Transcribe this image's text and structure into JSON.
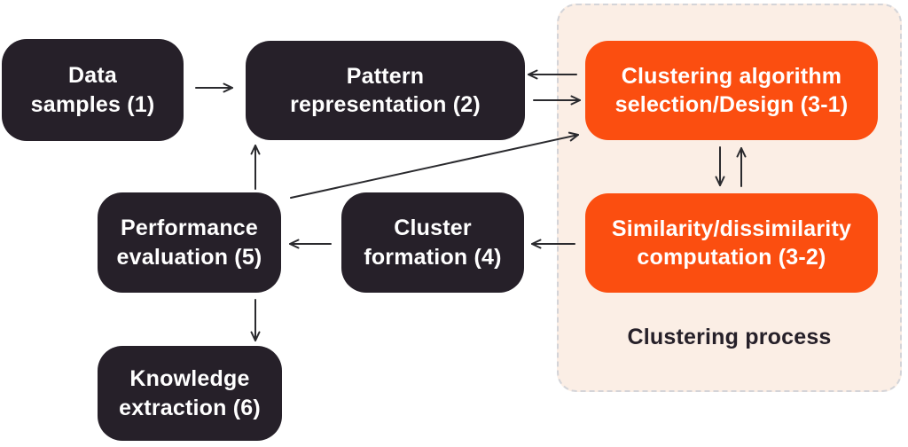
{
  "colors": {
    "dark_box": "#262029",
    "orange_box": "#FB4E10",
    "panel_background": "#FBEEE5",
    "panel_border": "#D4D4D8",
    "arrow": "#2A2A2E",
    "box_text": "#FFFFFF"
  },
  "panel": {
    "label": "Clustering process"
  },
  "nodes": {
    "data_samples": {
      "label": "Data\nsamples (1)"
    },
    "pattern_representation": {
      "label": "Pattern\nrepresentation (2)"
    },
    "clustering_algorithm": {
      "label": "Clustering algorithm\nselection/Design (3-1)"
    },
    "similarity_computation": {
      "label": "Similarity/dissimilarity\ncomputation (3-2)"
    },
    "cluster_formation": {
      "label": "Cluster\nformation (4)"
    },
    "performance_evaluation": {
      "label": "Performance\nevaluation (5)"
    },
    "knowledge_extraction": {
      "label": "Knowledge\nextraction (6)"
    }
  },
  "arrows": [
    {
      "from": "data_samples",
      "to": "pattern_representation"
    },
    {
      "from": "clustering_algorithm",
      "to": "pattern_representation"
    },
    {
      "from": "pattern_representation",
      "to": "clustering_algorithm"
    },
    {
      "from": "clustering_algorithm",
      "to": "similarity_computation"
    },
    {
      "from": "similarity_computation",
      "to": "clustering_algorithm"
    },
    {
      "from": "similarity_computation",
      "to": "cluster_formation"
    },
    {
      "from": "cluster_formation",
      "to": "performance_evaluation"
    },
    {
      "from": "performance_evaluation",
      "to": "pattern_representation"
    },
    {
      "from": "performance_evaluation",
      "to": "knowledge_extraction"
    },
    {
      "from": "performance_evaluation",
      "to": "clustering_algorithm"
    }
  ]
}
